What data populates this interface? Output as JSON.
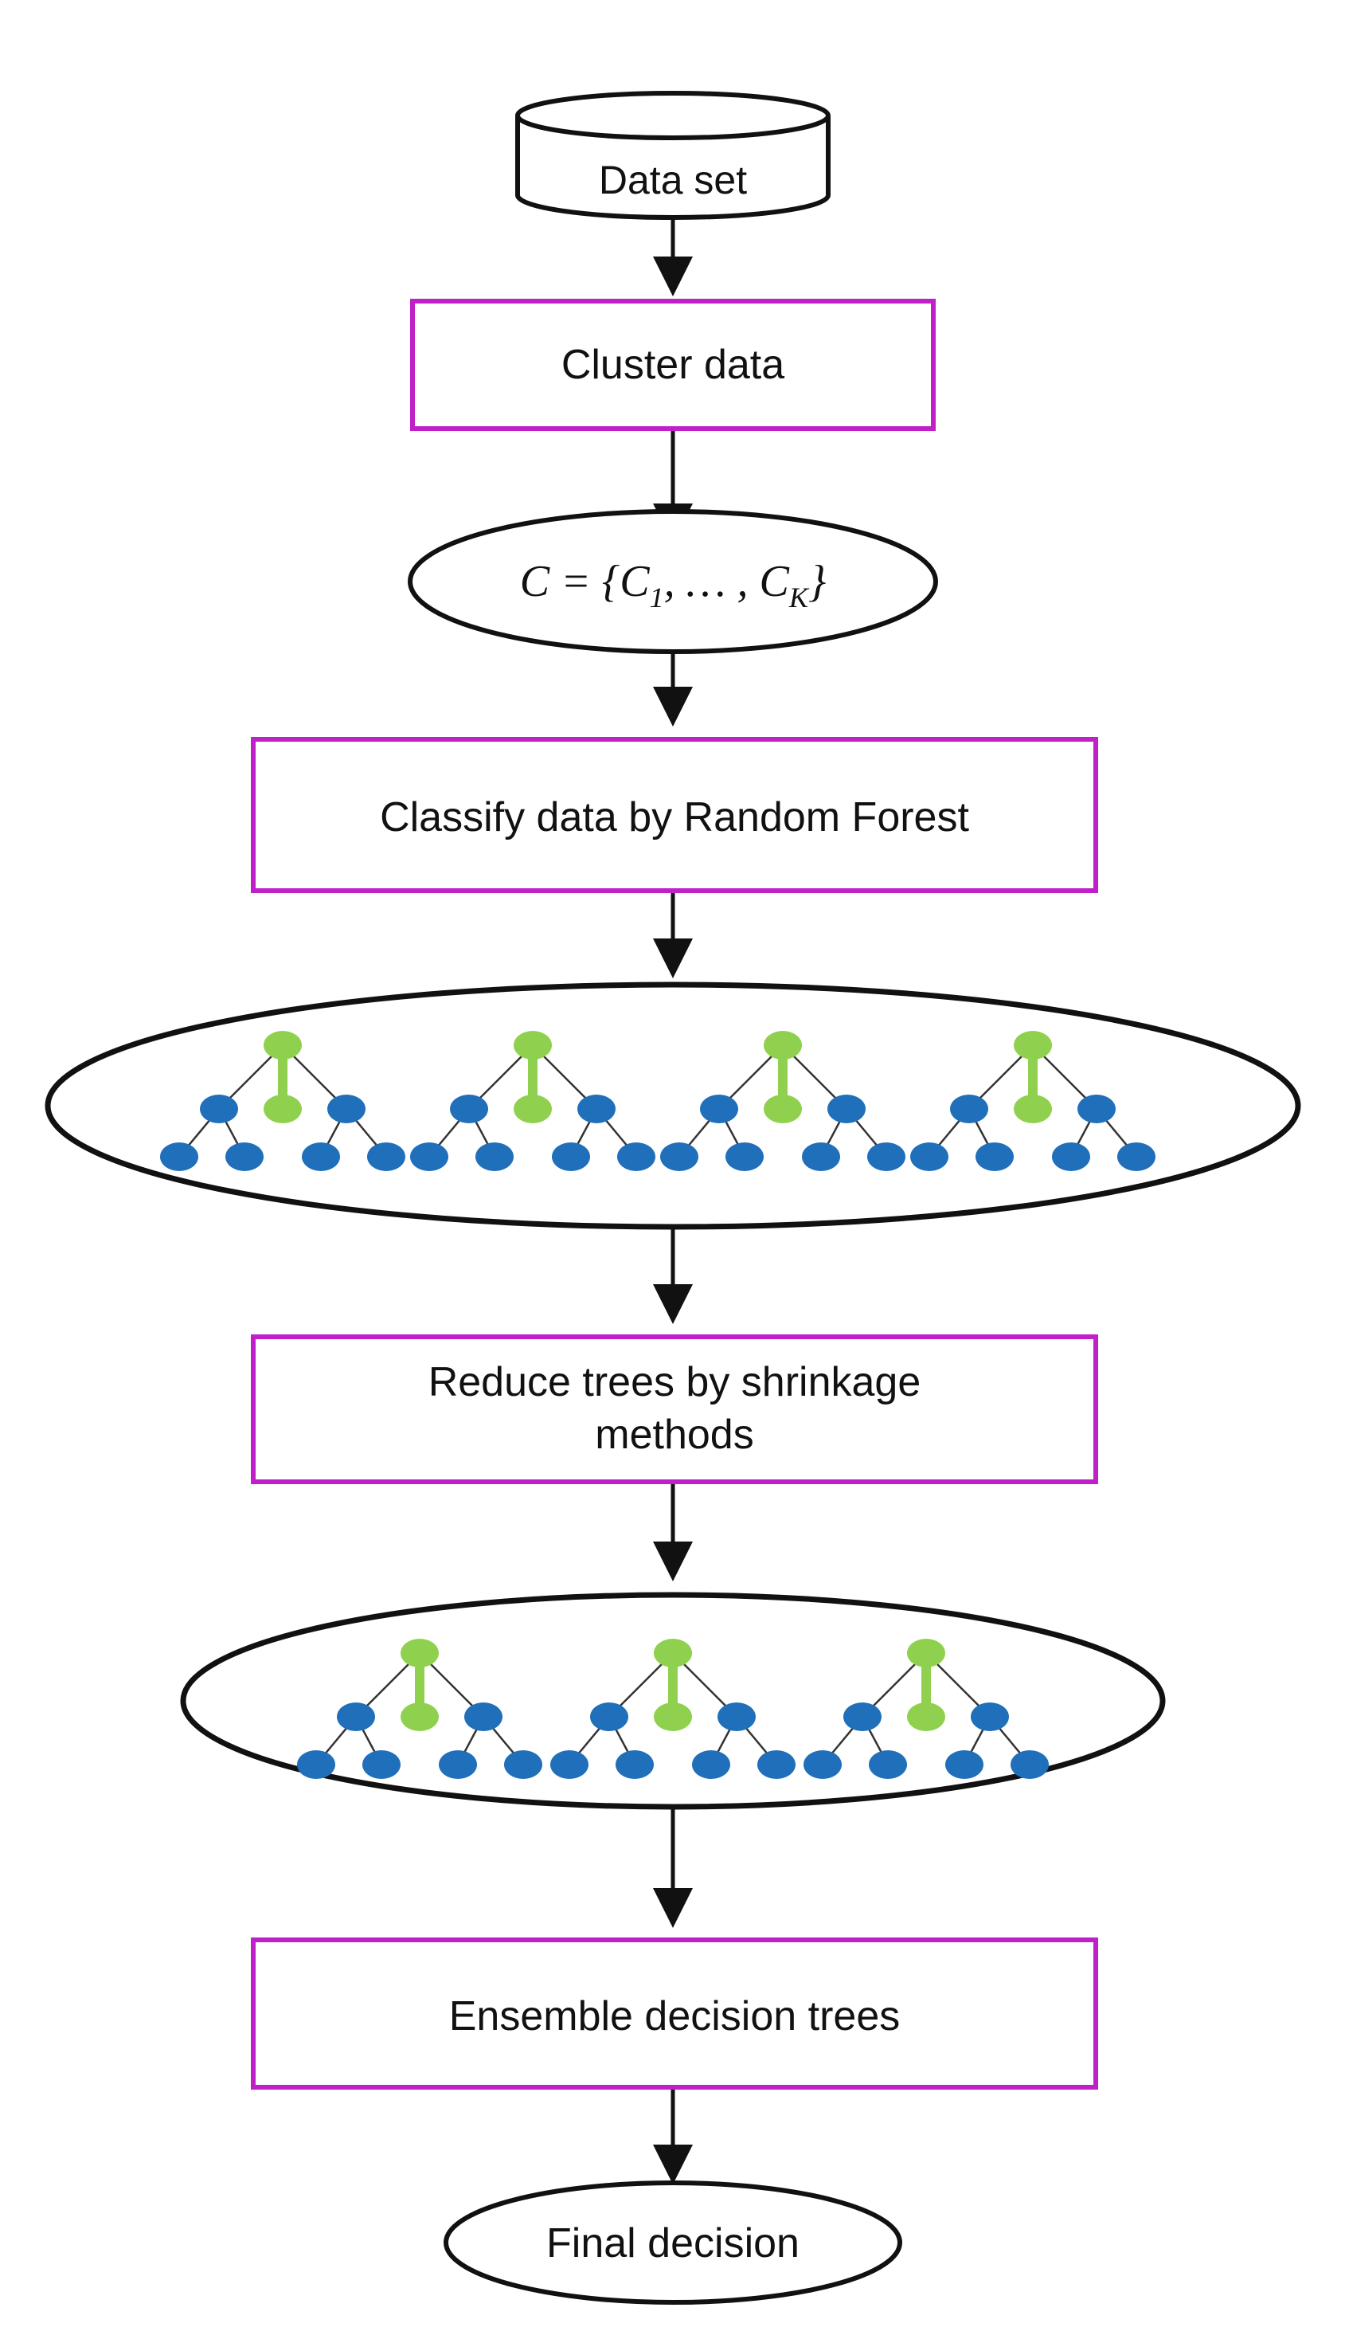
{
  "diagram": {
    "colors": {
      "box_border": "#c020c8",
      "shape_border": "#111111",
      "arrow": "#111111",
      "root_node": "#8fd14f",
      "child_node": "#1f6fba",
      "tree_edge": "#333333"
    },
    "nodes": {
      "data_set": {
        "shape": "cylinder",
        "label": "Data set"
      },
      "cluster_data": {
        "shape": "rectangle",
        "label": "Cluster data"
      },
      "clusters": {
        "shape": "ellipse",
        "label_main": "C = {C",
        "label_sub1": "1",
        "label_mid": ", … , C",
        "label_subk": "K",
        "label_end": "}"
      },
      "classify": {
        "shape": "rectangle",
        "label": "Classify data by Random Forest"
      },
      "forest_all": {
        "shape": "ellipse",
        "tree_count": 4,
        "icon": "decision-tree-icon"
      },
      "reduce": {
        "shape": "rectangle",
        "label_line1": "Reduce trees by shrinkage",
        "label_line2": "methods"
      },
      "forest_reduced": {
        "shape": "ellipse",
        "tree_count": 3,
        "icon": "decision-tree-icon"
      },
      "ensemble": {
        "shape": "rectangle",
        "label": "Ensemble decision trees"
      },
      "final": {
        "shape": "ellipse",
        "label": "Final decision"
      }
    },
    "edges": [
      {
        "from": "data_set",
        "to": "cluster_data"
      },
      {
        "from": "cluster_data",
        "to": "clusters"
      },
      {
        "from": "clusters",
        "to": "classify"
      },
      {
        "from": "classify",
        "to": "forest_all"
      },
      {
        "from": "forest_all",
        "to": "reduce"
      },
      {
        "from": "reduce",
        "to": "forest_reduced"
      },
      {
        "from": "forest_reduced",
        "to": "ensemble"
      },
      {
        "from": "ensemble",
        "to": "final"
      }
    ]
  }
}
